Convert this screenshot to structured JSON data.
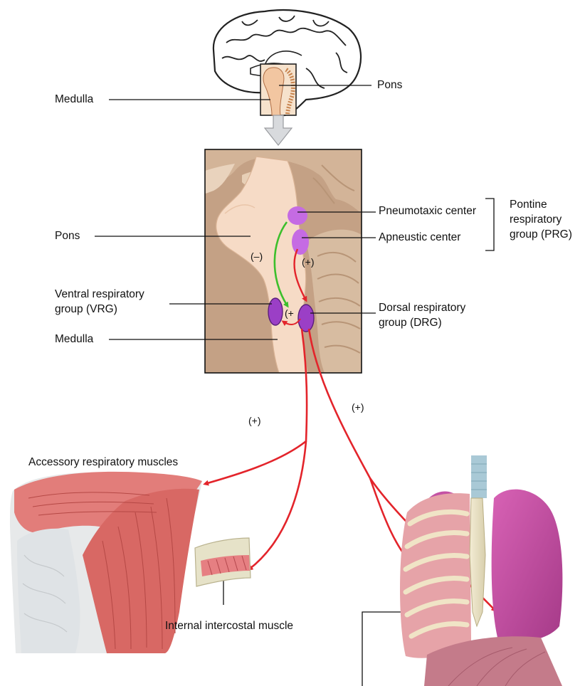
{
  "labels": {
    "medulla_top": "Medulla",
    "pons_top": "Pons",
    "pons": "Pons",
    "pneumotaxic_center": "Pneumotaxic center",
    "apneustic_center": "Apneustic center",
    "prg": [
      "Pontine",
      "respiratory",
      "group (PRG)"
    ],
    "vrg": [
      "Ventral respiratory",
      "group (VRG)"
    ],
    "drg": [
      "Dorsal respiratory",
      "group (DRG)"
    ],
    "medulla": "Medulla",
    "accessory_muscles": "Accessory respiratory muscles",
    "internal_intercostal": "Internal intercostal muscle"
  },
  "signs": {
    "inhibit": "(–)",
    "excite": "(+)",
    "excite_partial": "(+"
  },
  "colors": {
    "stimulation_arrow": "#e3242b",
    "inhibition_arrow": "#3cbf2c",
    "pontine_nuclei": "#c56be3",
    "medullary_nuclei": "#9b3fc6",
    "muscle": "#e27d7a",
    "lung": "#c452a4"
  }
}
